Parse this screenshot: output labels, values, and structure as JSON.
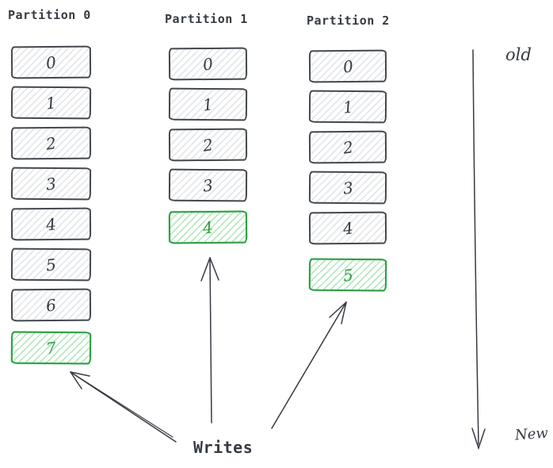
{
  "partitions": [
    {
      "label": "Partition 0",
      "cells": [
        "0",
        "1",
        "2",
        "3",
        "4",
        "5",
        "6",
        "7"
      ],
      "new_index": 7
    },
    {
      "label": "Partition 1",
      "cells": [
        "0",
        "1",
        "2",
        "3",
        "4"
      ],
      "new_index": 4
    },
    {
      "label": "Partition 2",
      "cells": [
        "0",
        "1",
        "2",
        "3",
        "4",
        "5"
      ],
      "new_index": 5
    }
  ],
  "writes": {
    "label": "Writes"
  },
  "timeline": {
    "old_label": "old",
    "new_label": "New"
  },
  "colors": {
    "ink": "#363b42",
    "cell_border": "#43484e",
    "cell_hatch": "#e4e7ea",
    "new_border": "#2f9e44",
    "new_hatch": "#b7e8c0",
    "new_text": "#2f9e44"
  }
}
